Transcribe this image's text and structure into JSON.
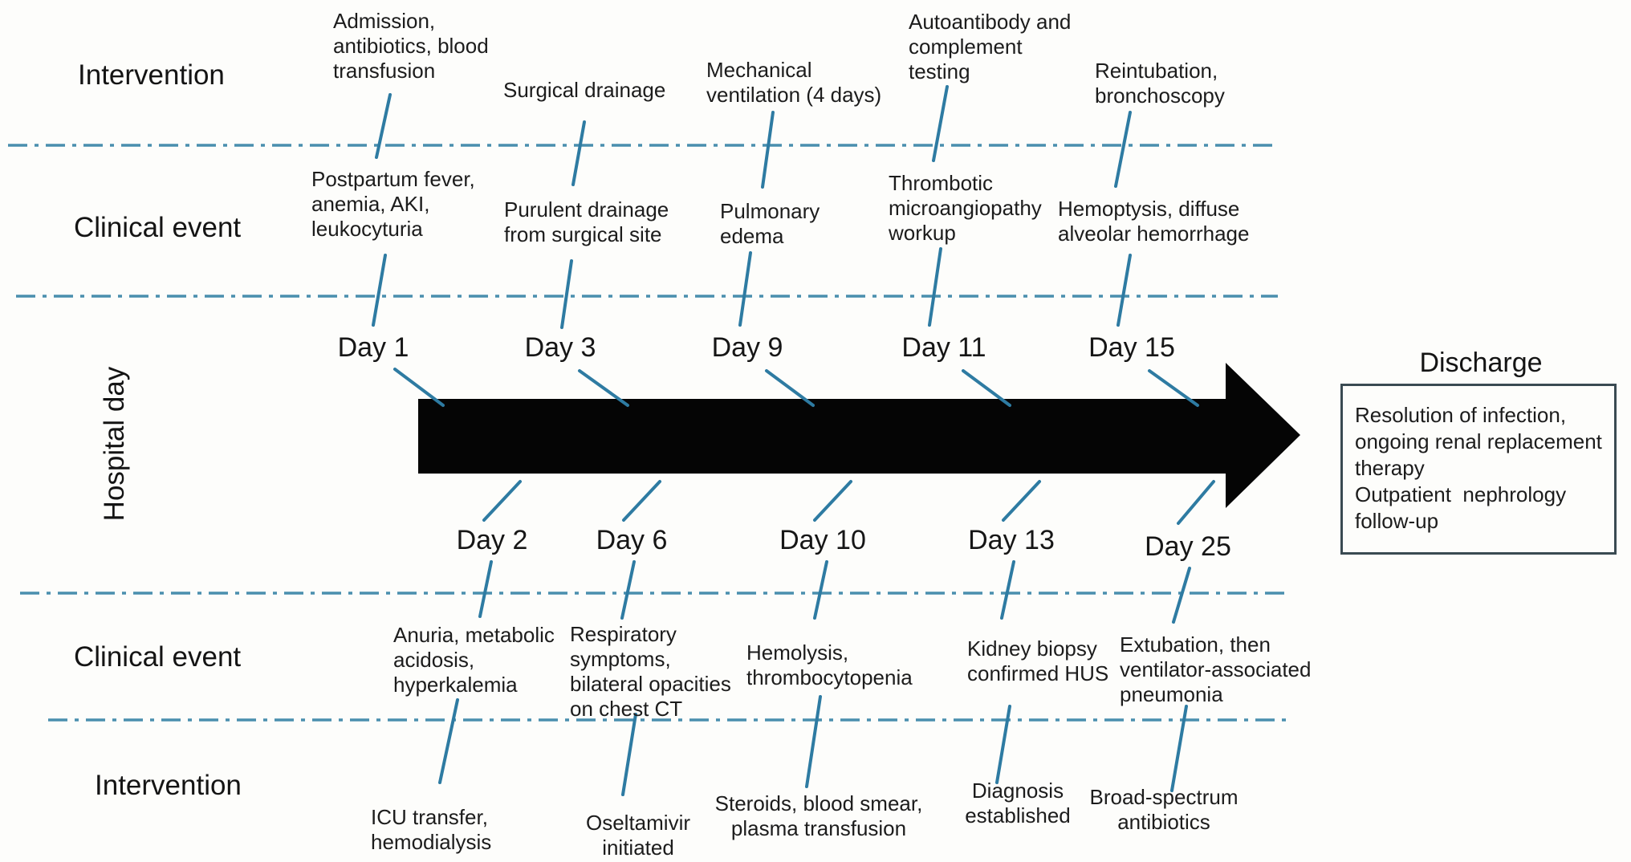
{
  "section_labels": {
    "intervention_top": "Intervention",
    "clinical_top": "Clinical event",
    "hospital_day": "Hospital day",
    "clinical_bottom": "Clinical event",
    "intervention_bottom": "Intervention"
  },
  "top_interventions": [
    "Admission,\nantibiotics, blood\ntransfusion",
    "Surgical drainage",
    "Mechanical\nventilation (4 days)",
    "Autoantibody and\ncomplement\ntesting",
    "Reintubation,\nbronchoscopy"
  ],
  "top_clinical_events": [
    "Postpartum fever,\nanemia, AKI,\nleukocyturia",
    "Purulent drainage\nfrom surgical site",
    "Pulmonary\nedema",
    "Thrombotic\nmicroangiopathy\nworkup",
    "Hemoptysis, diffuse\nalveolar hemorrhage"
  ],
  "days_top": [
    "Day 1",
    "Day 3",
    "Day 9",
    "Day 11",
    "Day 15"
  ],
  "days_bottom": [
    "Day 2",
    "Day 6",
    "Day 10",
    "Day 13",
    "Day 25"
  ],
  "bottom_clinical_events": [
    "Anuria, metabolic\nacidosis,\nhyperkalemia",
    "Respiratory\nsymptoms,\nbilateral opacities\non chest CT",
    "Hemolysis,\nthrombocytopenia",
    "Kidney biopsy\nconfirmed HUS",
    "Extubation, then\nventilator-associated\npneumonia"
  ],
  "bottom_interventions": [
    "ICU transfer,\nhemodialysis",
    "Oseltamivir\ninitiated",
    "Steroids, blood smear,\nplasma transfusion",
    "Diagnosis\nestablished",
    "Broad-spectrum\nantibiotics"
  ],
  "discharge": {
    "title": "Discharge",
    "box_text": "Resolution of infection,\nongoing renal replacement\ntherapy\nOutpatient  nephrology\nfollow-up"
  },
  "colors": {
    "connector": "#2e7ba2",
    "separator": "#4a8fae",
    "arrow": "#050505",
    "text": "#1a1a1a",
    "box_border": "#3a4a52",
    "background": "#fdfdfb"
  }
}
